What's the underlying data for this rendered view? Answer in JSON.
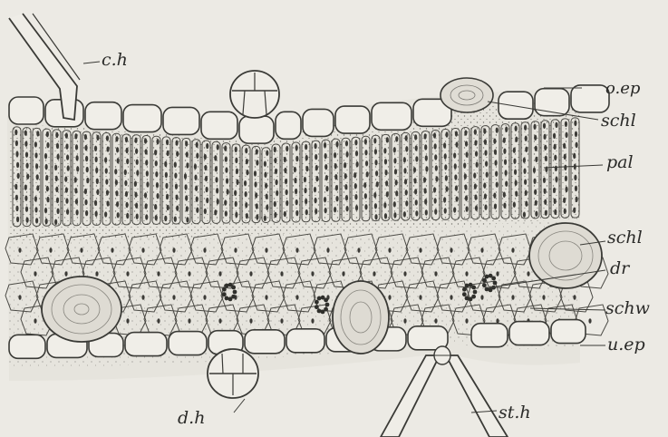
{
  "figure": {
    "kind": "botanical leaf cross-section engraving",
    "ink_color": "#3a3a36",
    "paper_color": "#eceae4",
    "labels": {
      "ch": "c.h",
      "oep": "o.ep",
      "schl_top": "schl",
      "pal": "pal",
      "schl_mid": "schl",
      "dr": "dr",
      "schw": "schw",
      "uep": "u.ep",
      "dh": "d.h",
      "sth": "st.h"
    }
  }
}
